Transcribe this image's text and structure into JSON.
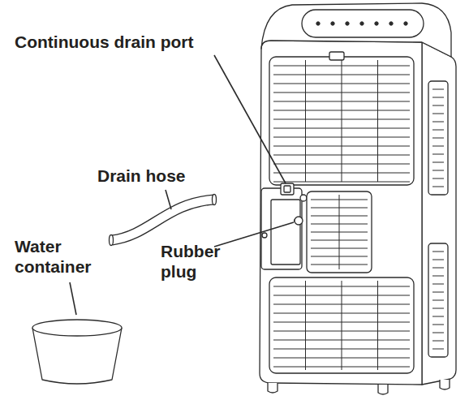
{
  "diagram": {
    "labels": [
      "Continuous drain port",
      "Drain hose",
      "Water container",
      "Rubber plug"
    ]
  }
}
